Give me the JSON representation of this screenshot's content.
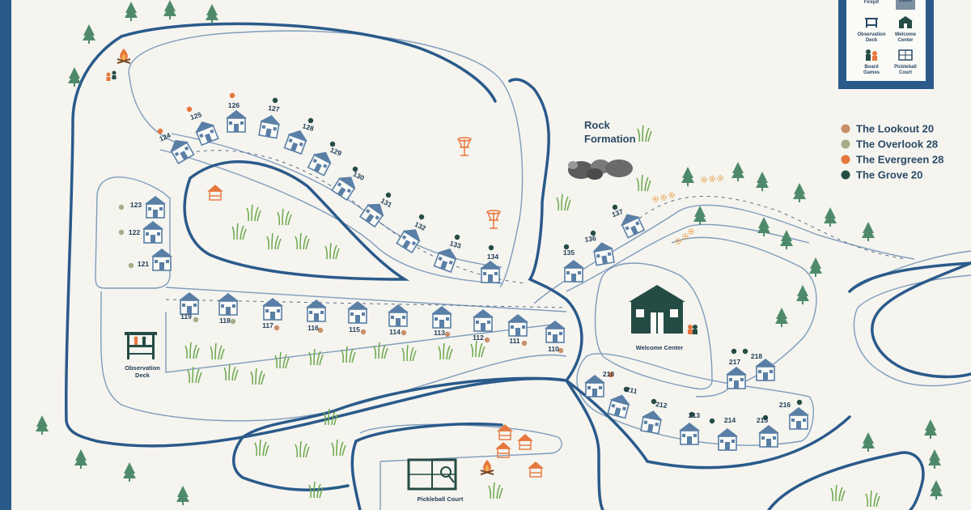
{
  "legend": [
    {
      "label": "The Lookout 20",
      "color": "#c98f6a"
    },
    {
      "label": "The Overlook 28",
      "color": "#a4ad86"
    },
    {
      "label": "The Evergreen 28",
      "color": "#e6773d"
    },
    {
      "label": "The Grove 20",
      "color": "#244c44"
    }
  ],
  "key_items": [
    {
      "label1": "Observation",
      "label2": "Deck",
      "icon": "observation-deck-icon"
    },
    {
      "label1": "Welcome",
      "label2": "Center",
      "icon": "welcome-center-icon"
    },
    {
      "label1": "Board",
      "label2": "Games",
      "icon": "board-games-icon"
    },
    {
      "label1": "Pickleball",
      "label2": "Court",
      "icon": "pickleball-icon"
    }
  ],
  "key_cut": [
    "Firepit",
    "Cabin"
  ],
  "places": {
    "rock_line1": "Rock",
    "rock_line2": "Formation",
    "welcome_center": "Welcome Center",
    "observation_line1": "Observation",
    "observation_line2": "Deck",
    "pickleball": "Pickleball Court"
  },
  "colors": {
    "road": "#2a5a8a",
    "path": "#7f9cbc",
    "cabin": "#5a7fa6",
    "tree": "#4e8a6a",
    "grass": "#6aa84a",
    "accent": "#e6773d"
  },
  "sites": [
    {
      "id": "124",
      "group": 2
    },
    {
      "id": "125",
      "group": 2
    },
    {
      "id": "126",
      "group": 2
    },
    {
      "id": "127",
      "group": 3
    },
    {
      "id": "128",
      "group": 3
    },
    {
      "id": "129",
      "group": 3
    },
    {
      "id": "130",
      "group": 3
    },
    {
      "id": "131",
      "group": 3
    },
    {
      "id": "132",
      "group": 3
    },
    {
      "id": "133",
      "group": 3
    },
    {
      "id": "134",
      "group": 3
    },
    {
      "id": "123",
      "group": 1
    },
    {
      "id": "122",
      "group": 1
    },
    {
      "id": "121",
      "group": 1
    },
    {
      "id": "119",
      "group": 1
    },
    {
      "id": "118",
      "group": 1
    },
    {
      "id": "117",
      "group": 0
    },
    {
      "id": "116",
      "group": 0
    },
    {
      "id": "115",
      "group": 0
    },
    {
      "id": "114",
      "group": 0
    },
    {
      "id": "113",
      "group": 0
    },
    {
      "id": "112",
      "group": 0
    },
    {
      "id": "111",
      "group": 0
    },
    {
      "id": "110",
      "group": 0
    },
    {
      "id": "135",
      "group": 3
    },
    {
      "id": "136",
      "group": 3
    },
    {
      "id": "137",
      "group": 3
    },
    {
      "id": "210",
      "group": 2
    },
    {
      "id": "211",
      "group": 3
    },
    {
      "id": "212",
      "group": 3
    },
    {
      "id": "213",
      "group": 3
    },
    {
      "id": "214",
      "group": 3
    },
    {
      "id": "215",
      "group": 3
    },
    {
      "id": "216",
      "group": 3
    },
    {
      "id": "217",
      "group": 3
    },
    {
      "id": "218",
      "group": 3
    }
  ]
}
